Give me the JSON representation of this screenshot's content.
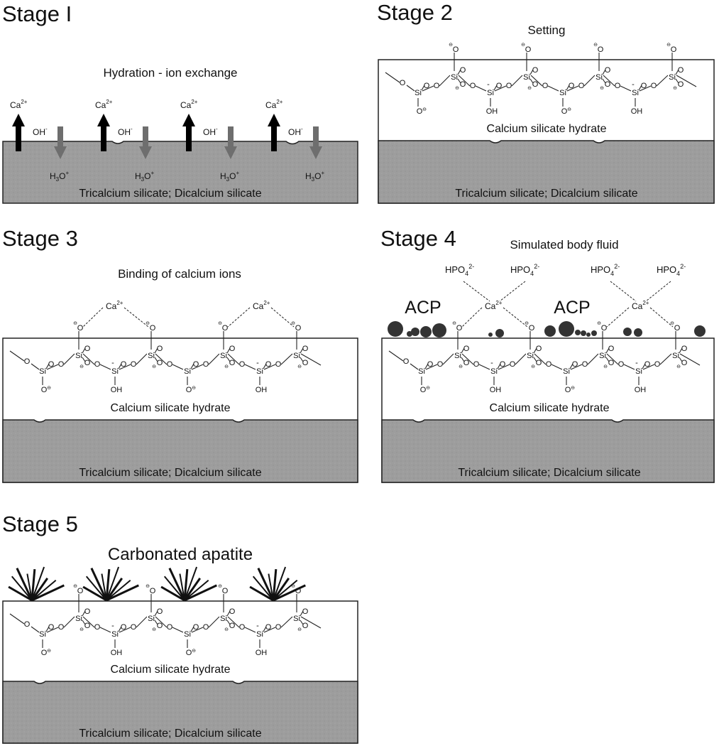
{
  "stages": [
    {
      "title": "Stage I",
      "caption": "Hydration - ion exchange",
      "substrate_label": "Tricalcium silicate; Dicalcium silicate",
      "ions": {
        "ca": "Ca",
        "ca_charge": "2+",
        "oh": "OH",
        "oh_charge": "-",
        "h3o_h": "H",
        "h3o_sub": "3",
        "h3o_o": "O",
        "h3o_charge": "+"
      }
    },
    {
      "title": "Stage 2",
      "caption": "Setting",
      "layer_label": "Calcium silicate hydrate",
      "substrate_label": "Tricalcium silicate; Dicalcium silicate"
    },
    {
      "title": "Stage 3",
      "caption": "Binding of calcium ions",
      "layer_label": "Calcium silicate hydrate",
      "substrate_label": "Tricalcium silicate; Dicalcium silicate",
      "calcium": {
        "ca": "Ca",
        "charge": "2+"
      }
    },
    {
      "title": "Stage 4",
      "caption": "Simulated body fluid",
      "layer_label": "Calcium silicate hydrate",
      "substrate_label": "Tricalcium silicate; Dicalcium silicate",
      "precipitate_label": "ACP",
      "calcium": {
        "ca": "Ca",
        "charge": "2+"
      },
      "phosphate": {
        "text": "HPO",
        "sub": "4",
        "charge": "2-"
      }
    },
    {
      "title": "Stage 5",
      "caption": "Carbonated apatite",
      "layer_label": "Calcium silicate hydrate",
      "substrate_label": "Tricalcium silicate; Dicalcium silicate"
    }
  ],
  "chain": {
    "si": "Si",
    "o": "O",
    "oh": "OH",
    "neg": "⊖",
    "minus": "-"
  },
  "colors": {
    "substrate": "#9d9d9d",
    "arrow_up": "#000000",
    "arrow_down": "#6e6e6e",
    "outline": "#222222"
  }
}
